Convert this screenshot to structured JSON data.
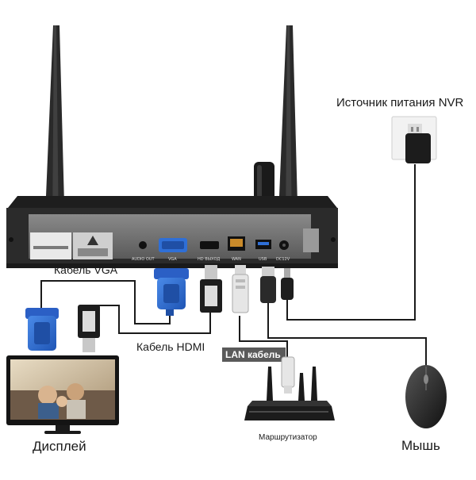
{
  "labels": {
    "power_source": "Источник питания NVR",
    "vga_cable": "Кабель VGA",
    "hdmi_cable": "Кабель HDMI",
    "lan_cable": "LAN кабель",
    "display": "Дисплей",
    "router": "Маршрутизатор",
    "mouse": "Мышь"
  },
  "ports": {
    "audio_out": "AUDIO OUT",
    "vga": "VGA",
    "hd_out": "HD ВЫХОД",
    "wan": "WAN",
    "usb": "USB",
    "dc": "DC12V"
  },
  "colors": {
    "nvr_body": "#2b2b2b",
    "vga_blue": "#2f6fd6",
    "cable": "#1a1a1a",
    "lan_label_bg": "#5a5a5a"
  }
}
